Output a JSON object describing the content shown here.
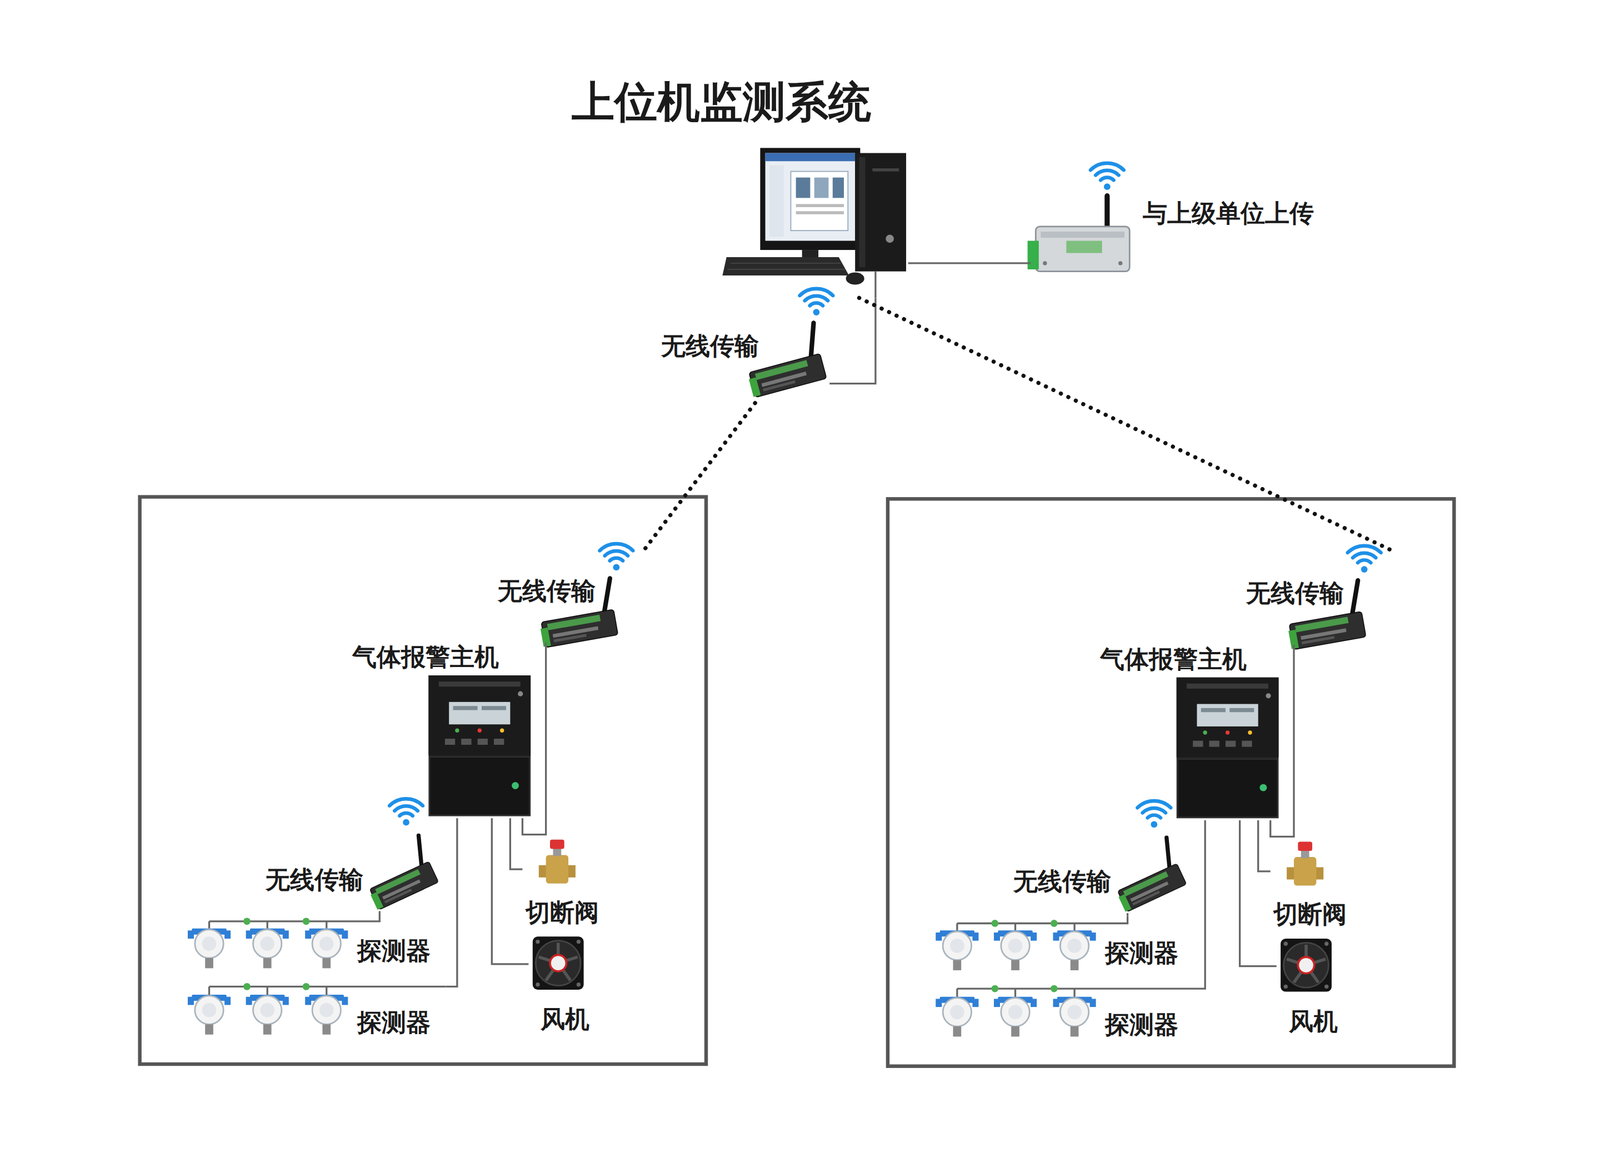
{
  "diagram": {
    "nodes": [
      {
        "text": [
          "上位机监测系统"
        ]
      },
      {
        "text": [
          "与上级单位上传"
        ]
      },
      {
        "text": [
          "无线传输"
        ]
      },
      {
        "text": [
          "无线传输"
        ]
      },
      {
        "text": [
          "气体报警主机"
        ]
      },
      {
        "text": [
          "无线传输"
        ]
      },
      {
        "text": [
          "探测器"
        ]
      },
      {
        "text": [
          "探测器"
        ]
      },
      {
        "text": [
          "切断阀"
        ]
      },
      {
        "text": [
          "风机"
        ]
      },
      {
        "text": [
          "无线传输"
        ]
      },
      {
        "text": [
          "气体报警主机"
        ]
      },
      {
        "text": [
          "无线传输"
        ]
      },
      {
        "text": [
          "探测器"
        ]
      },
      {
        "text": [
          "探测器"
        ]
      },
      {
        "text": [
          "切断阀"
        ]
      },
      {
        "text": [
          "风机"
        ]
      }
    ],
    "edges": [
      {
        "from": 0,
        "to": 1,
        "arrow": "none"
      },
      {
        "from": 0,
        "to": 2,
        "arrow": "none"
      },
      {
        "from": 2,
        "to": 3,
        "arrow": "none"
      },
      {
        "from": 0,
        "to": 10,
        "arrow": "none"
      },
      {
        "from": 4,
        "to": 3,
        "arrow": "none"
      },
      {
        "from": 4,
        "to": 8,
        "arrow": "none"
      },
      {
        "from": 4,
        "to": 9,
        "arrow": "none"
      },
      {
        "from": 4,
        "to": 7,
        "arrow": "none"
      },
      {
        "from": 5,
        "to": 6,
        "arrow": "none"
      },
      {
        "from": 11,
        "to": 10,
        "arrow": "none"
      },
      {
        "from": 11,
        "to": 15,
        "arrow": "none"
      },
      {
        "from": 11,
        "to": 16,
        "arrow": "none"
      },
      {
        "from": 11,
        "to": 14,
        "arrow": "none"
      },
      {
        "from": 12,
        "to": 13,
        "arrow": "none"
      }
    ]
  }
}
